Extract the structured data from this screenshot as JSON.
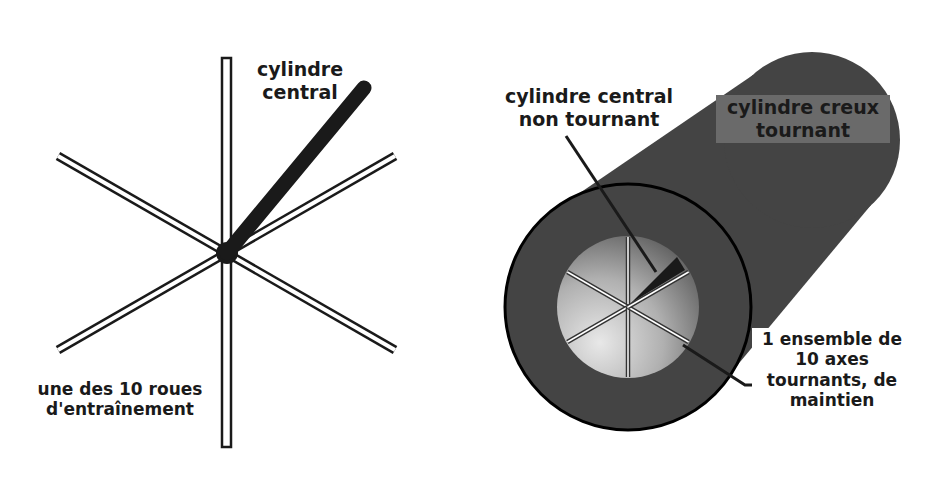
{
  "diagram": {
    "labels": [
      "cylindre central",
      "une des 10 roues d'entraînement",
      "cylindre central non tournant",
      "cylindre creux tournant",
      "1 ensemble de 10 axes tournants, de maintien"
    ]
  }
}
